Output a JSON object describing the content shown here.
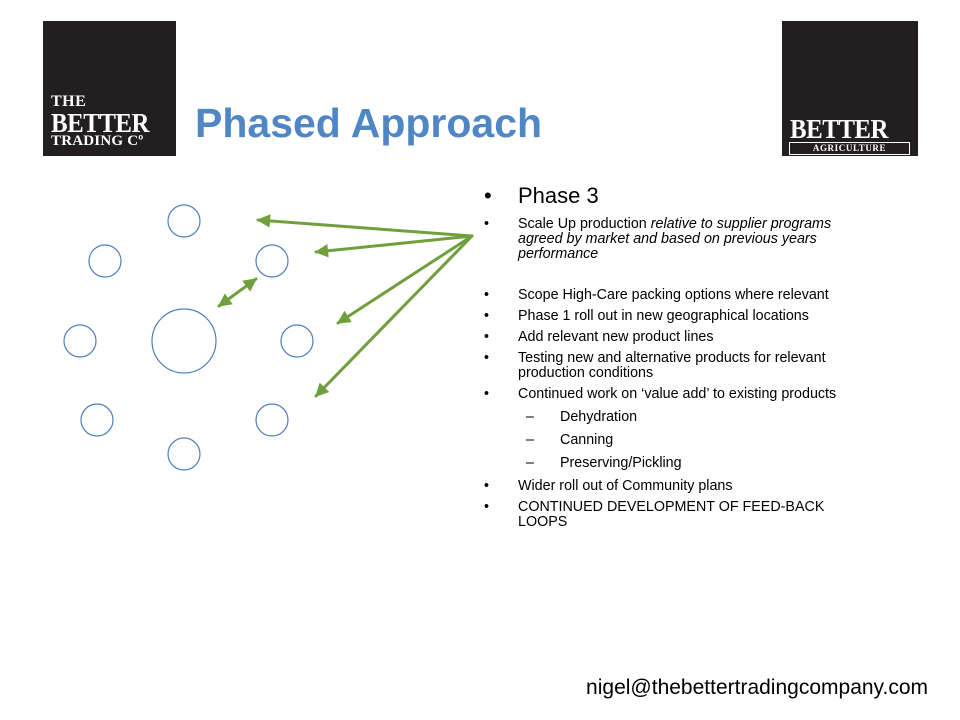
{
  "title": "Phased Approach",
  "logos": {
    "left": {
      "line1": "THE",
      "line2": "BETTER",
      "line3": "TRADING Cº"
    },
    "right": {
      "line1": "BETTER",
      "line2": "AGRICULTURE"
    }
  },
  "content": {
    "heading": "Phase 3",
    "bullet_symbol": "•",
    "dash_symbol": "–",
    "bullets": [
      {
        "plain": "Scale Up production ",
        "italic": "relative to supplier programs agreed by market and based on previous years performance"
      },
      {
        "plain": "Scope High-Care packing options where relevant"
      },
      {
        "plain": "Phase 1 roll out in new geographical locations"
      },
      {
        "plain": "Add relevant new product lines"
      },
      {
        "plain": "Testing new and alternative products for relevant production conditions"
      },
      {
        "plain": "Continued work on ‘value add’ to existing products",
        "sub": [
          "Dehydration",
          "Canning",
          "Preserving/Pickling"
        ]
      },
      {
        "plain": "Wider roll out of Community plans"
      },
      {
        "plain": "CONTINUED DEVELOPMENT OF FEED-BACK LOOPS"
      }
    ]
  },
  "footer": {
    "email": "nigel@thebettertradingcompany.com"
  },
  "colors": {
    "title": "#4f86c6",
    "logo_bg": "#231f20",
    "circle_stroke": "#4a7ebb",
    "arrow": "#70a03c"
  }
}
